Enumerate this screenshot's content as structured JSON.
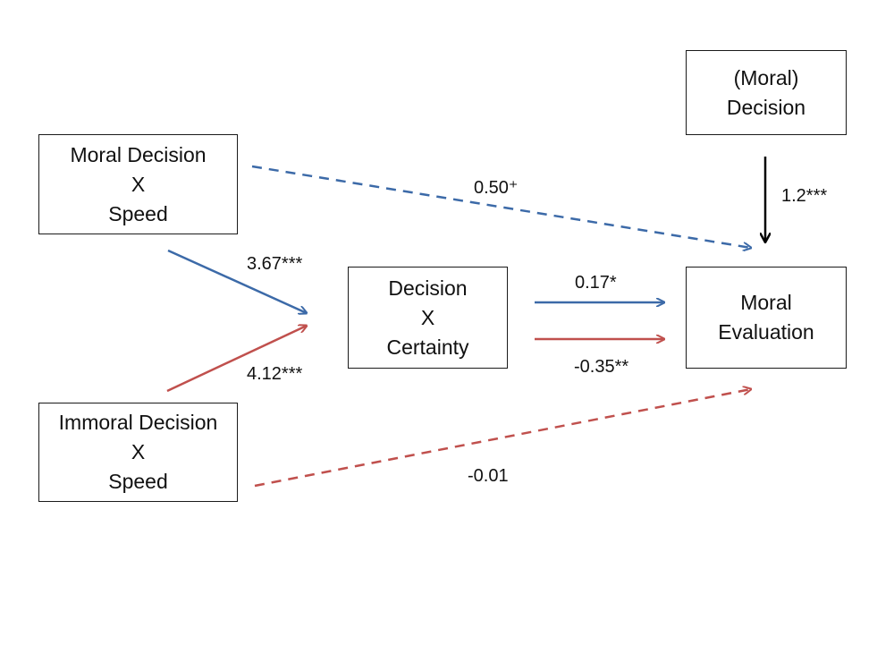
{
  "boxes": {
    "moral_decision_speed": [
      "Moral Decision",
      "X",
      "Speed"
    ],
    "immoral_decision_speed": [
      "Immoral Decision",
      "X",
      "Speed"
    ],
    "decision_certainty": [
      "Decision",
      "X",
      "Certainty"
    ],
    "moral_decision": [
      "(Moral)",
      "Decision"
    ],
    "moral_evaluation": [
      "Moral",
      "Evaluation"
    ]
  },
  "paths": {
    "moral_speed_to_evaluation": "0.50⁺",
    "moral_speed_to_certainty": "3.67***",
    "immoral_speed_to_certainty": "4.12***",
    "certainty_to_evaluation_moral": "0.17*",
    "certainty_to_evaluation_immoral": "-0.35**",
    "immoral_speed_to_evaluation": "-0.01",
    "decision_to_evaluation": "1.2***"
  },
  "colors": {
    "moral": "#3c6aa8",
    "immoral": "#c0504d",
    "neutral": "#000000"
  }
}
